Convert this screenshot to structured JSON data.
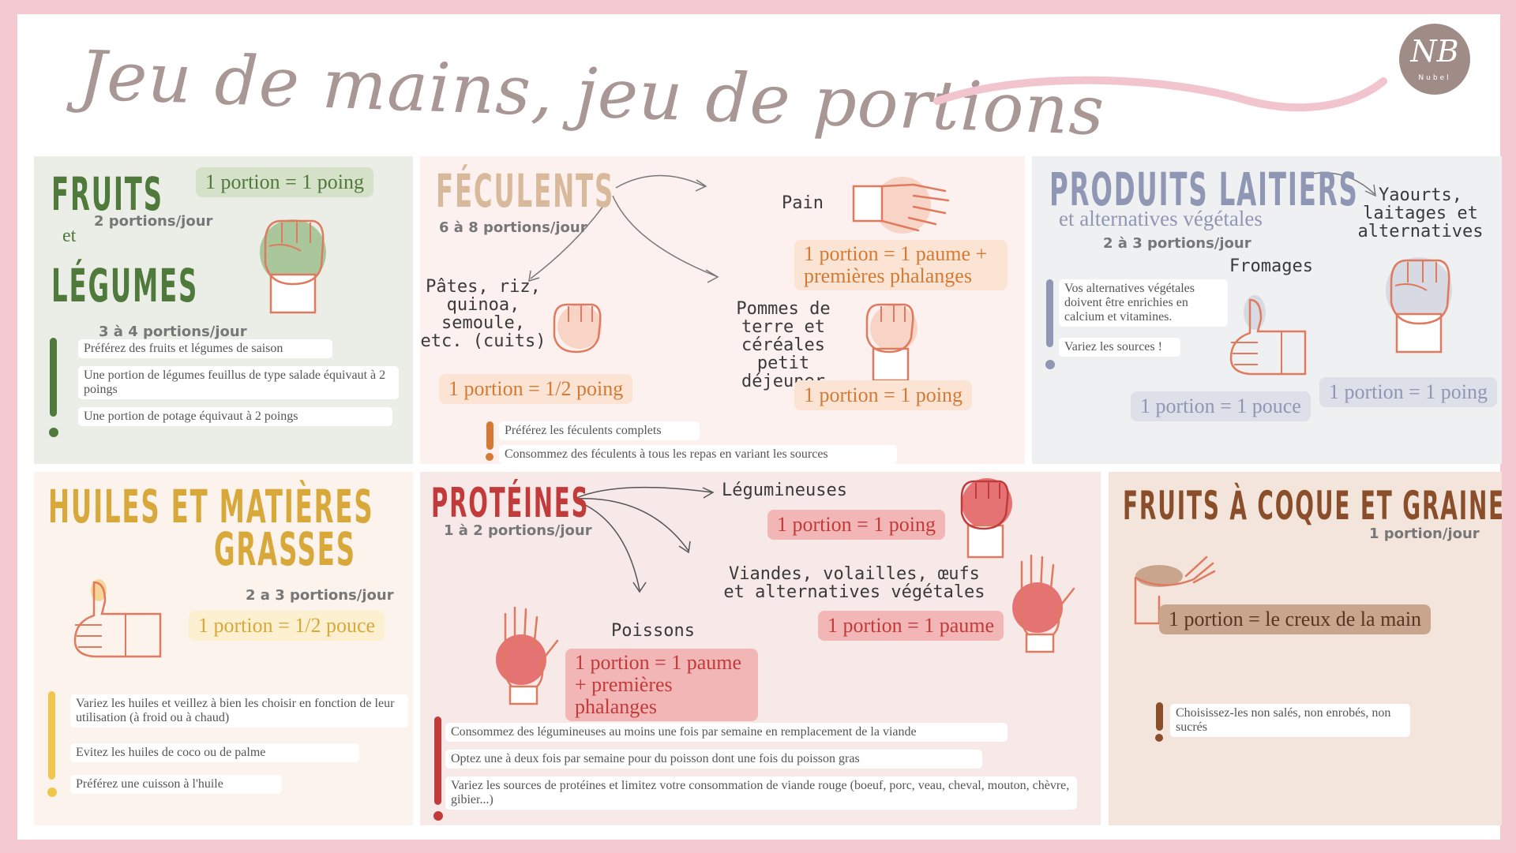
{
  "title": "Jeu de mains, jeu de portions",
  "logo": {
    "mark": "NB",
    "brand": "Nubel"
  },
  "fruits": {
    "title1": "FRUITS",
    "et": "et",
    "title2": "LÉGUMES",
    "fruits_portions": "2 portions/jour",
    "legumes_portions": "3 à 4 portions/jour",
    "portion": "1 portion = 1 poing",
    "notes": [
      "Préférez des fruits et légumes de saison",
      "Une portion de légumes feuillus de type salade équivaut à 2 poings",
      "Une portion de potage équivaut à 2 poings"
    ]
  },
  "feculents": {
    "title": "FÉCULENTS",
    "portions": "6 à 8 portions/jour",
    "pain_label": "Pain",
    "pain_portion": "1 portion = 1 paume + premières phalanges",
    "pates_label": "Pâtes, riz, quinoa, semoule, etc. (cuits)",
    "pates_portion": "1 portion = 1/2 poing",
    "pommes_label": "Pommes de terre et céréales petit déjeuner",
    "pommes_portion": "1 portion = 1 poing",
    "notes": [
      "Préférez les féculents complets",
      "Consommez des féculents à tous les repas en variant les sources"
    ]
  },
  "laitiers": {
    "title": "PRODUITS LAITIERS",
    "subtitle": "et alternatives végétales",
    "portions": "2 à 3 portions/jour",
    "yaourts_label": "Yaourts, laitages et alternatives",
    "fromages_label": "Fromages",
    "fromages_portion": "1 portion = 1 pouce",
    "yaourts_portion": "1 portion = 1 poing",
    "notes": [
      "Vos alternatives végétales doivent être enrichies en calcium et vitamines.",
      "Variez les sources !"
    ]
  },
  "huiles": {
    "title1": "HUILES ET MATIÈRES",
    "title2": "GRASSES",
    "portions": "2 a 3  portions/jour",
    "portion": "1 portion = 1/2 pouce",
    "notes": [
      "Variez les huiles et veillez à bien les choisir en fonction de leur utilisation (à froid ou à chaud)",
      "Evitez les huiles de coco ou de palme",
      "Préférez une cuisson à l'huile"
    ]
  },
  "proteines": {
    "title": "PROTÉINES",
    "portions": "1 à 2  portions/jour",
    "legumineuses_label": "Légumineuses",
    "legumineuses_portion": "1 portion = 1 poing",
    "viandes_label": "Viandes, volailles, œufs et alternatives végétales",
    "viandes_portion": "1 portion = 1 paume",
    "poissons_label": "Poissons",
    "poissons_portion": "1 portion = 1 paume + premières phalanges",
    "notes": [
      "Consommez des légumineuses au moins une fois par semaine en remplacement de la viande",
      "Optez une à deux fois par semaine pour du poisson dont une fois du poisson gras",
      "Variez les sources de protéines et limitez votre consommation de viande rouge (boeuf, porc, veau, cheval, mouton, chèvre, gibier...)"
    ]
  },
  "coque": {
    "title": "FRUITS À COQUE ET GRAINES",
    "portions": "1 portion/jour",
    "portion": "1 portion = le creux de la main",
    "notes": [
      "Choisissez-les non salés, non enrobés, non sucrés"
    ]
  },
  "colors": {
    "fruits": "#4f7a3b",
    "feculents": "#d9b99b",
    "laitiers": "#8f97b4",
    "huiles": "#d8a93a",
    "proteines": "#c23b3b",
    "coque": "#8a4f2a"
  }
}
